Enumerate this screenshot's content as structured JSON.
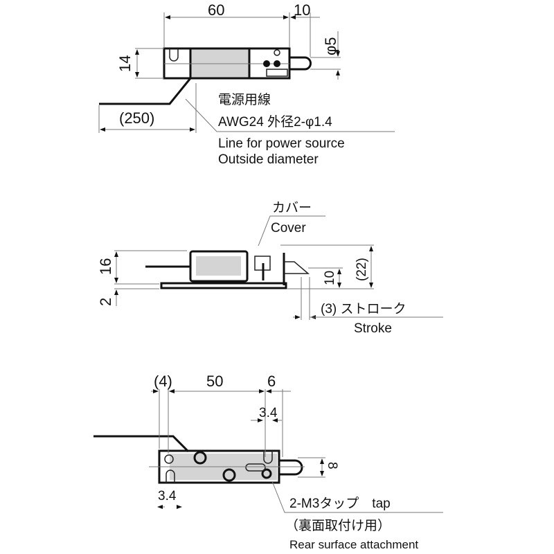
{
  "colors": {
    "line": "#111111",
    "dimension": "#777777",
    "shade": "#d4d4d4",
    "background": "#ffffff"
  },
  "top_view": {
    "dim_length": "60",
    "dim_pin": "10",
    "dim_height": "14",
    "dim_pin_dia": "φ5",
    "dim_wire": "(250)",
    "wire_label_jp": "電源用線",
    "wire_spec": "AWG24 外径2-φ1.4",
    "wire_label_en": "Line for power source",
    "wire_label_en2": "Outside diameter"
  },
  "side_view": {
    "cover_jp": "カバー",
    "cover_en": "Cover",
    "dim_height": "16",
    "dim_plate": "2",
    "dim_total": "(22)",
    "dim_plunger": "10",
    "stroke_jp": "(3) ストローク",
    "stroke_en": "Stroke"
  },
  "bottom_view": {
    "dim_offset": "(4)",
    "dim_pitch": "50",
    "dim_end": "6",
    "dim_slot_top": "3.4",
    "dim_slot_bottom": "3.4",
    "dim_pin_width": "8",
    "tap_label": "2-M3タップ　tap",
    "tap_note_jp": "（裏面取付け用）",
    "tap_note_en": "Rear surface attachment"
  }
}
